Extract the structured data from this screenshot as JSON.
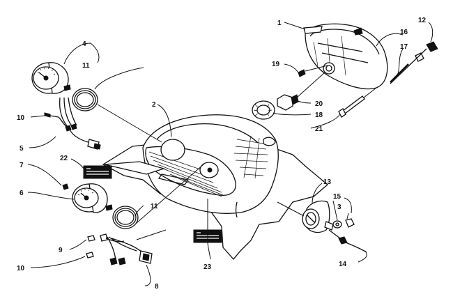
{
  "callouts": [
    {
      "id": "c1",
      "text": "1"
    },
    {
      "id": "c2",
      "text": "2"
    },
    {
      "id": "c3",
      "text": "3"
    },
    {
      "id": "c4",
      "text": "4"
    },
    {
      "id": "c5",
      "text": "5"
    },
    {
      "id": "c6",
      "text": "6"
    },
    {
      "id": "c7",
      "text": "7"
    },
    {
      "id": "c8",
      "text": "8"
    },
    {
      "id": "c9",
      "text": "9"
    },
    {
      "id": "c10a",
      "text": "10"
    },
    {
      "id": "c10b",
      "text": "10"
    },
    {
      "id": "c11a",
      "text": "11"
    },
    {
      "id": "c11b",
      "text": "11"
    },
    {
      "id": "c12",
      "text": "12"
    },
    {
      "id": "c13",
      "text": "13"
    },
    {
      "id": "c14",
      "text": "14"
    },
    {
      "id": "c15",
      "text": "15"
    },
    {
      "id": "c16",
      "text": "16"
    },
    {
      "id": "c17",
      "text": "17"
    },
    {
      "id": "c18",
      "text": "18"
    },
    {
      "id": "c19",
      "text": "19"
    },
    {
      "id": "c20",
      "text": "20"
    },
    {
      "id": "c21",
      "text": "21"
    },
    {
      "id": "c22",
      "text": "22"
    },
    {
      "id": "c23",
      "text": "23"
    }
  ],
  "colors": {
    "ink": "#111111",
    "paper": "#ffffff"
  }
}
